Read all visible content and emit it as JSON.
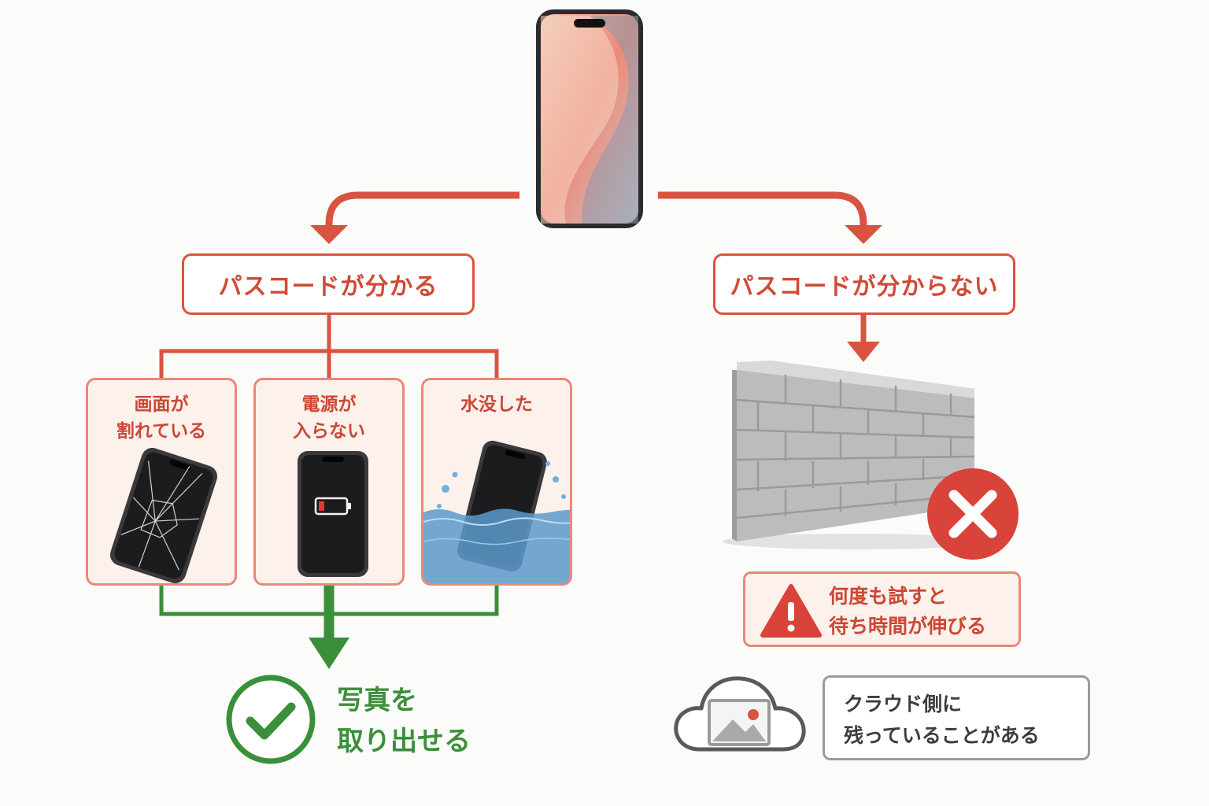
{
  "colors": {
    "accent_red": "#d95440",
    "soft_red": "#e78978",
    "green": "#3b8f3a",
    "gray": "#9a9a9a"
  },
  "root": {
    "icon": "smartphone-icon"
  },
  "left_branch": {
    "title": "パスコードが分かる",
    "cases": [
      {
        "label": "画面が\n割れている",
        "icon": "cracked-phone-icon"
      },
      {
        "label": "電源が\n入らない",
        "icon": "low-battery-phone-icon"
      },
      {
        "label": "水没した",
        "icon": "water-damaged-phone-icon"
      }
    ],
    "result": {
      "text": "写真を\n取り出せる",
      "icon": "check-circle-icon"
    }
  },
  "right_branch": {
    "title": "パスコードが分からない",
    "wall_icon": "brick-wall-icon",
    "blocked_icon": "cross-circle-icon",
    "warning": {
      "text": "何度も試すと\n待ち時間が伸びる",
      "icon": "warning-triangle-icon"
    },
    "cloud": {
      "text": "クラウド側に\n残っていることがある",
      "icon": "cloud-photo-icon"
    }
  }
}
